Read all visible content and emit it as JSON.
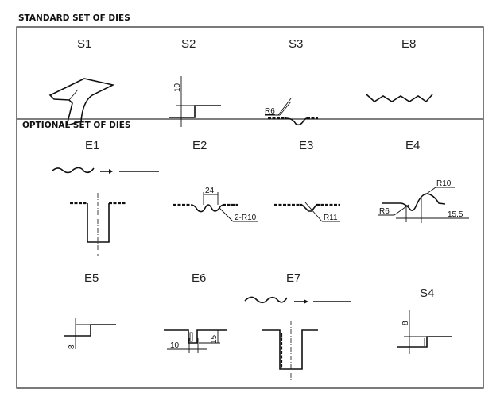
{
  "standard": {
    "heading": "STANDARD  SET OF DIES",
    "dies": [
      {
        "label": "S1"
      },
      {
        "label": "S2",
        "dim": "10"
      },
      {
        "label": "S3",
        "dim": "R6"
      },
      {
        "label": "E8"
      }
    ]
  },
  "optional": {
    "heading": "OPTIONAL   SET OF DIES",
    "dies": [
      {
        "label": "E1"
      },
      {
        "label": "E2",
        "dims": [
          "24",
          "2-R10"
        ]
      },
      {
        "label": "E3",
        "dim": "R11"
      },
      {
        "label": "E4",
        "dims": [
          "R10",
          "R6",
          "15.5"
        ]
      },
      {
        "label": "E5",
        "dim": "8"
      },
      {
        "label": "E6",
        "dims": [
          "10",
          "15"
        ]
      },
      {
        "label": "E7"
      },
      {
        "label": "S4",
        "dim": "8"
      }
    ]
  }
}
